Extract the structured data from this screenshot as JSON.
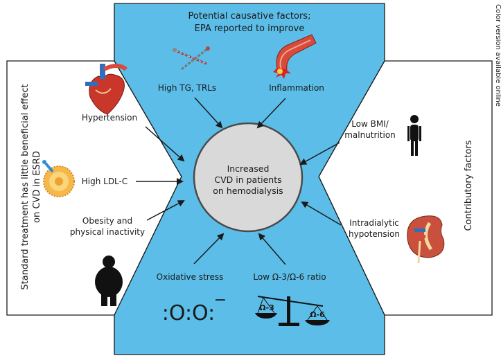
{
  "side_note": "Color version available online",
  "top": {
    "line1": "Potential causative factors;",
    "line2": "EPA reported to improve"
  },
  "left_title": {
    "line1": "Standard treatment has little beneficial effect",
    "line2": "on CVD in ESRD"
  },
  "right_title": "Contributory factors",
  "center": {
    "line1": "Increased",
    "line2": "CVD in patients",
    "line3": "on hemodialysis"
  },
  "factors": {
    "high_tg": "High TG, TRLs",
    "inflammation": "Inflammation",
    "hypertension": "Hypertension",
    "high_ldl": "High LDL-C",
    "obesity_line1": "Obesity and",
    "obesity_line2": "physical inactivity",
    "low_bmi_line1": "Low BMI/",
    "low_bmi_line2": "malnutrition",
    "intradialytic_line1": "Intradialytic",
    "intradialytic_line2": "hypotension",
    "oxidative": "Oxidative stress",
    "omega_ratio": "Low Ω-3/Ω-6 ratio"
  },
  "icons": {
    "superoxide": ":O:O:",
    "superoxide_charge": "−",
    "scale_left": "Ω-3",
    "scale_right": "Ω-6"
  },
  "colors": {
    "blue": "#5bbde8",
    "outline": "#1a1a1a"
  }
}
